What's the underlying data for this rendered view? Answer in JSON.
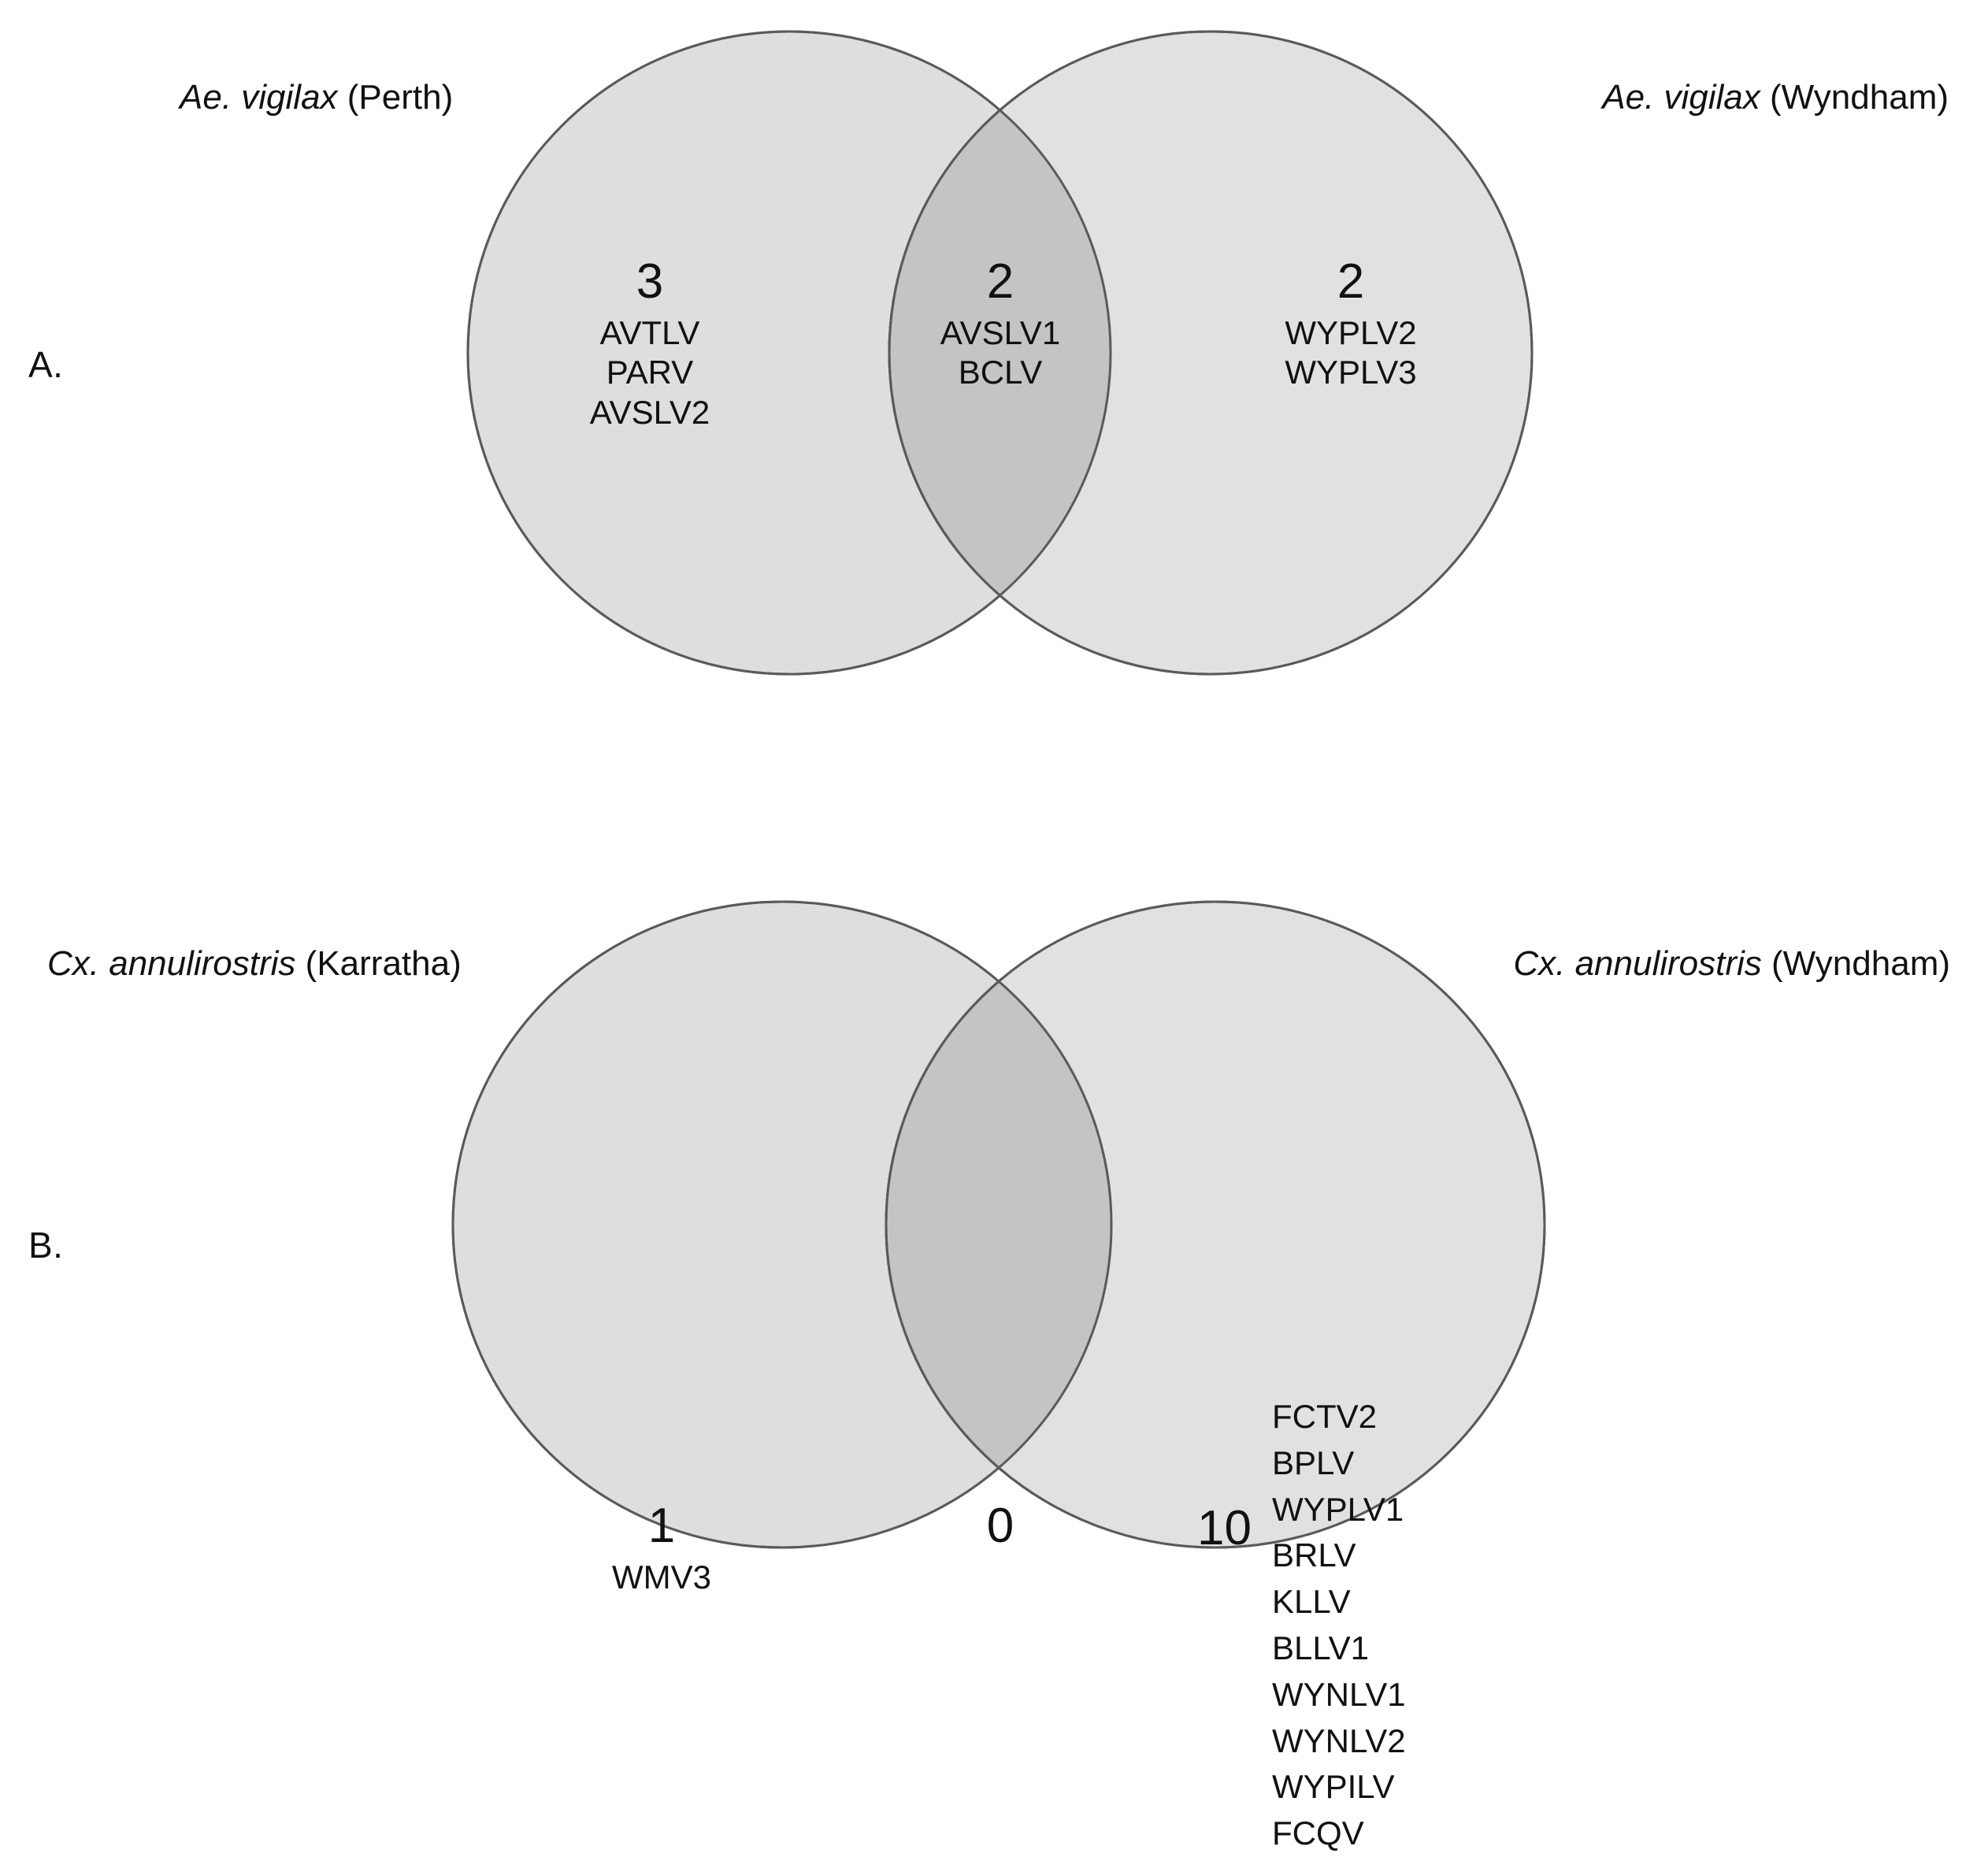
{
  "figure": {
    "panels": [
      {
        "letter": "A.",
        "left_label": {
          "species": "Ae. vigilax",
          "location": "(Perth)"
        },
        "right_label": {
          "species": "Ae. vigilax",
          "location": "(Wyndham)"
        },
        "regions": {
          "left": {
            "count": "3",
            "items": [
              "AVTLV",
              "PARV",
              "AVSLV2"
            ]
          },
          "center": {
            "count": "2",
            "items": [
              "AVSLV1",
              "BCLV"
            ]
          },
          "right": {
            "count": "2",
            "items": [
              "WYPLV2",
              "WYPLV3"
            ]
          }
        }
      },
      {
        "letter": "B.",
        "left_label": {
          "species": "Cx. annulirostris",
          "location": "(Karratha)"
        },
        "right_label": {
          "species": "Cx. annulirostris",
          "location": "(Wyndham)"
        },
        "regions": {
          "left": {
            "count": "1",
            "items": [
              "WMV3"
            ]
          },
          "center": {
            "count": "0",
            "items": []
          },
          "right": {
            "count": "10",
            "items": [
              "FCTV2",
              "BPLV",
              "WYPLV1",
              "BRLV",
              "KLLV",
              "BLLV1",
              "WYNLV1",
              "WYNLV2",
              "WYPILV",
              "FCQV"
            ]
          }
        }
      }
    ],
    "colors": {
      "circle_fill": "#dedede",
      "overlap_fill": "#c4c4c4",
      "circle_stroke": "#5a5a5a",
      "text": "#111111",
      "background": "#ffffff"
    }
  },
  "chart_data": {
    "type": "venn",
    "title": "",
    "diagrams": [
      {
        "panel": "A.",
        "sets": [
          "Ae. vigilax (Perth)",
          "Ae. vigilax (Wyndham)"
        ],
        "only_left": {
          "count": 3,
          "members": [
            "AVTLV",
            "PARV",
            "AVSLV2"
          ]
        },
        "intersection": {
          "count": 2,
          "members": [
            "AVSLV1",
            "BCLV"
          ]
        },
        "only_right": {
          "count": 2,
          "members": [
            "WYPLV2",
            "WYPLV3"
          ]
        }
      },
      {
        "panel": "B.",
        "sets": [
          "Cx. annulirostris (Karratha)",
          "Cx. annulirostris (Wyndham)"
        ],
        "only_left": {
          "count": 1,
          "members": [
            "WMV3"
          ]
        },
        "intersection": {
          "count": 0,
          "members": []
        },
        "only_right": {
          "count": 10,
          "members": [
            "FCTV2",
            "BPLV",
            "WYPLV1",
            "BRLV",
            "KLLV",
            "BLLV1",
            "WYNLV1",
            "WYNLV2",
            "WYPILV",
            "FCQV"
          ]
        }
      }
    ]
  }
}
